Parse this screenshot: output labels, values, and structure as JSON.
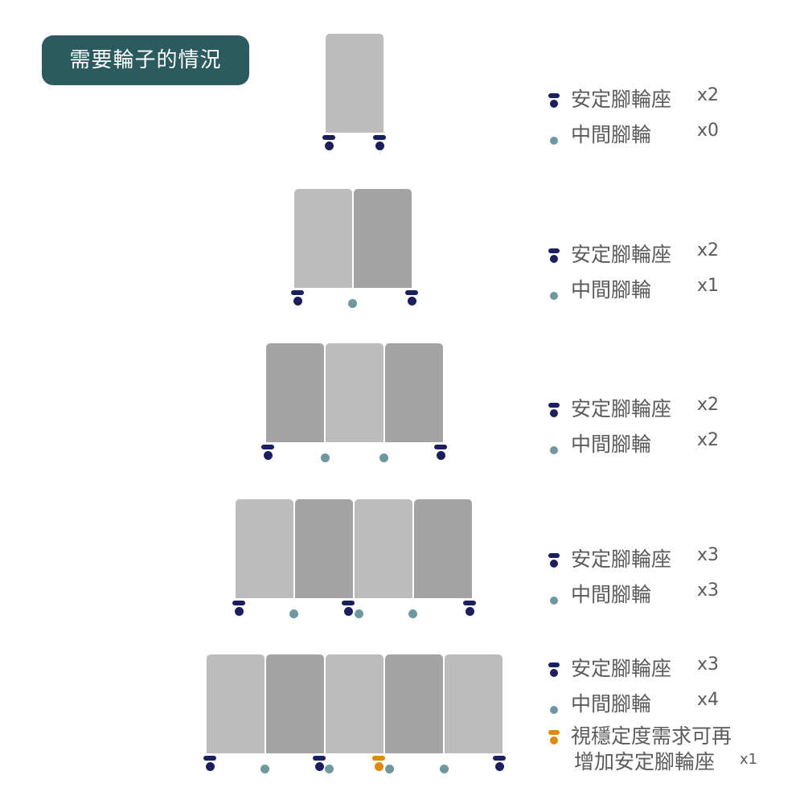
{
  "title": "需要輪子的情況",
  "colors": {
    "stable": "#1b1f5e",
    "middle": "#6e97a0",
    "optional": "#e08a0a",
    "panel_light": "#bcbcbc",
    "panel_dark": "#a3a3a3",
    "badge": "#2b5a5f"
  },
  "rows": [
    {
      "panels": 1,
      "legend": [
        {
          "label": "安定腳輪座",
          "count": "x2",
          "icon": "stable-caster-icon"
        },
        {
          "label": "中間腳輪",
          "count": "x0",
          "icon": "middle-caster-icon"
        }
      ]
    },
    {
      "panels": 2,
      "legend": [
        {
          "label": "安定腳輪座",
          "count": "x2",
          "icon": "stable-caster-icon"
        },
        {
          "label": "中間腳輪",
          "count": "x1",
          "icon": "middle-caster-icon"
        }
      ]
    },
    {
      "panels": 3,
      "legend": [
        {
          "label": "安定腳輪座",
          "count": "x2",
          "icon": "stable-caster-icon"
        },
        {
          "label": "中間腳輪",
          "count": "x2",
          "icon": "middle-caster-icon"
        }
      ]
    },
    {
      "panels": 4,
      "legend": [
        {
          "label": "安定腳輪座",
          "count": "x3",
          "icon": "stable-caster-icon"
        },
        {
          "label": "中間腳輪",
          "count": "x3",
          "icon": "middle-caster-icon"
        }
      ]
    },
    {
      "panels": 5,
      "legend": [
        {
          "label": "安定腳輪座",
          "count": "x3",
          "icon": "stable-caster-icon"
        },
        {
          "label": "中間腳輪",
          "count": "x4",
          "icon": "middle-caster-icon"
        },
        {
          "label": "視穩定度需求可再",
          "label2": "增加安定腳輪座",
          "count": "x1",
          "icon": "optional-caster-icon"
        }
      ]
    }
  ]
}
